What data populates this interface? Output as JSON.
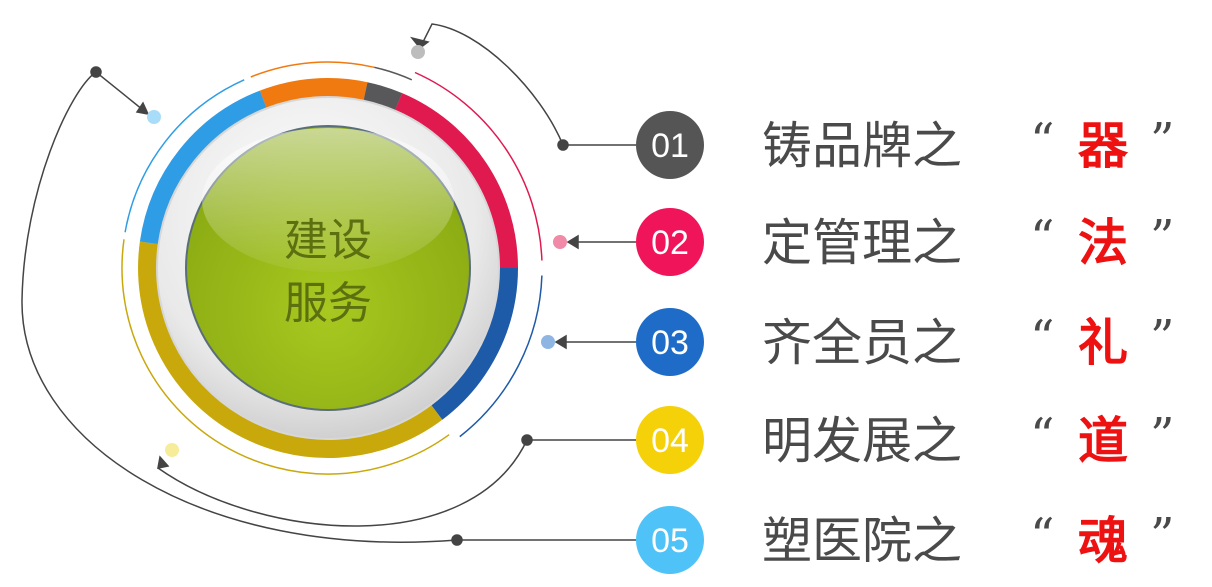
{
  "center": {
    "line1": "建设",
    "line2": "服务"
  },
  "items": [
    {
      "number": "01",
      "text": "铸品牌之",
      "open_quote": "“",
      "key": "器",
      "close_quote": "”",
      "color": "#555555"
    },
    {
      "number": "02",
      "text": "定管理之",
      "open_quote": "“",
      "key": "法",
      "close_quote": "”",
      "color": "#f0145a"
    },
    {
      "number": "03",
      "text": "齐全员之",
      "open_quote": "“",
      "key": "礼",
      "close_quote": "”",
      "color": "#1f6cc8"
    },
    {
      "number": "04",
      "text": "明发展之",
      "open_quote": "“",
      "key": "道",
      "close_quote": "”",
      "color": "#f5d10a"
    },
    {
      "number": "05",
      "text": "塑医院之",
      "open_quote": "“",
      "key": "魂",
      "close_quote": "”",
      "color": "#4fc3f7"
    }
  ],
  "colors": {
    "ring_gray": "#58585a",
    "ring_pink": "#e0194f",
    "ring_blue": "#1d5aa8",
    "ring_yellow": "#c9a80c",
    "ring_sky": "#2e9de6",
    "ring_orange": "#f07a10",
    "center_green": "#9cbc1c",
    "key_red": "#ee1111"
  }
}
